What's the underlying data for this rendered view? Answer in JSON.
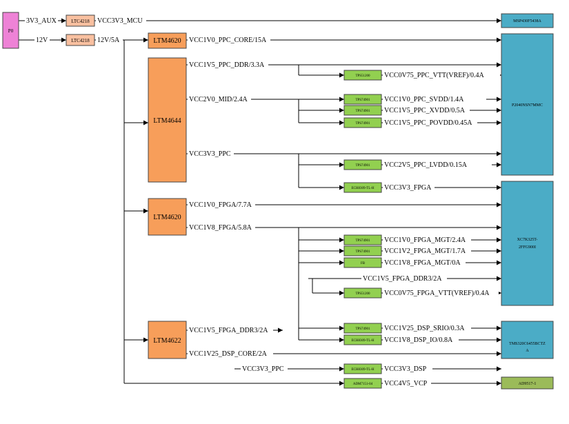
{
  "colors": {
    "source": "#ee82d6",
    "ltc": "#f9c0a0",
    "ltm": "#f79e5a",
    "regulator": "#92d050",
    "target": "#4bacc6",
    "ad9517": "#9bbb59",
    "wire": "#000000"
  },
  "blocks": {
    "source": "P0",
    "ltc_aux": "LTC4218",
    "ltc_main": "LTC4218",
    "ltm4620_core": "LTM4620",
    "ltm4644": "LTM4644",
    "ltm4620_fpga": "LTM4620",
    "ltm4622": "LTM4622",
    "msp430": "MSP430F5438A",
    "p2040": "P2040NSN7MMC",
    "xc7k": [
      "XC7K325T-",
      "2FFG900I"
    ],
    "tms320": [
      "TMS320C6455BCTZ",
      "A"
    ],
    "ad9517": "AD9517-1",
    "tps51200_ppc": "TPS51200",
    "tps74901_svdd": "TPS74901",
    "tps74901_xvdd": "TPS74901",
    "tps74901_povdd": "TPS74901",
    "tps74901_lvdd": "TPS74901",
    "ech8309_fpga": "ECH8309-TL-H",
    "tps74901_mgt10": "TPS74901",
    "tps74901_mgt12": "TPS74901",
    "fb_mgt18": "FB",
    "tps51200_fpga": "TPS51200",
    "tps74901_srio": "TPS74901",
    "ech8309_dspio": "ECH8309-TL-H",
    "ech8309_dsp33": "ECH8309-TL-H",
    "adm7151": "ADM7151-04"
  },
  "nets": {
    "in_3v3_aux": "3V3_AUX",
    "in_12v": "12V",
    "mcu_3v3": "VCC3V3_MCU",
    "bus_12v5a": "12V/5A",
    "ppc_core": "VCC1V0_PPC_CORE/15A",
    "ppc_ddr": "VCC1V5_PPC_DDR/3.3A",
    "ppc_vtt": "VCC0V75_PPC_VTT(VREF)/0.4A",
    "mid": "VCC2V0_MID/2.4A",
    "ppc_svdd": "VCC1V0_PPC_SVDD/1.4A",
    "ppc_xvdd": "VCC1V5_PPC_XVDD/0.5A",
    "ppc_povdd": "VCC1V5_PPC_POVDD/0.45A",
    "vcc3v3_ppc": "VCC3V3_PPC",
    "ppc_lvdd": "VCC2V5_PPC_LVDD/0.15A",
    "fpga_3v3": "VCC3V3_FPGA",
    "fpga_1v0": "VCC1V0_FPGA/7.7A",
    "fpga_1v8": "VCC1V8_FPGA/5.8A",
    "fpga_mgt10": "VCC1V0_FPGA_MGT/2.4A",
    "fpga_mgt12": "VCC1V2_FPGA_MGT/1.7A",
    "fpga_mgt18": "VCC1V8_FPGA_MGT/0A",
    "fpga_ddr3_a": "VCC1V5_FPGA_DDR3/2A",
    "fpga_vtt": "VCC0V75_FPGA_VTT(VREF)/0.4A",
    "fpga_ddr3_b": "VCC1V5_FPGA_DDR3/2A",
    "dsp_core": "VCC1V25_DSP_CORE/2A",
    "dsp_srio": "VCC1V25_DSP_SRIO/0.3A",
    "dsp_io": "VCC1V8_DSP_IO/0.8A",
    "vcc3v3_ppc_b": "VCC3V3_PPC",
    "dsp_3v3": "VCC3V3_DSP",
    "vcp_4v5": "VCC4V5_VCP"
  }
}
